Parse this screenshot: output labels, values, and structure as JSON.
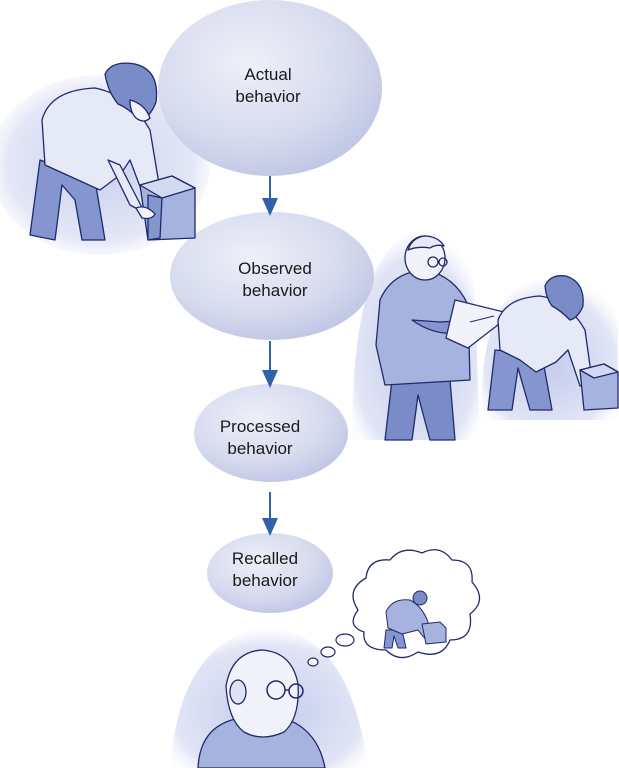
{
  "stages": [
    {
      "label": "Actual\nbehavior"
    },
    {
      "label": "Observed\nbehavior"
    },
    {
      "label": "Processed\nbehavior"
    },
    {
      "label": "Recalled\nbehavior"
    }
  ],
  "colors": {
    "bubble": "#d4d8ec",
    "arrow": "#2f62a8",
    "figure_fill": "#a6b3de",
    "figure_shade": "#7a8cc8",
    "outline": "#1f2a6a",
    "halo": "#dde2f4"
  },
  "illustrations": [
    {
      "name": "worker-lifting-box"
    },
    {
      "name": "observer-with-clipboard"
    },
    {
      "name": "worker-lifting-box-observed"
    },
    {
      "name": "rater-remembering"
    },
    {
      "name": "thought-cloud"
    }
  ]
}
